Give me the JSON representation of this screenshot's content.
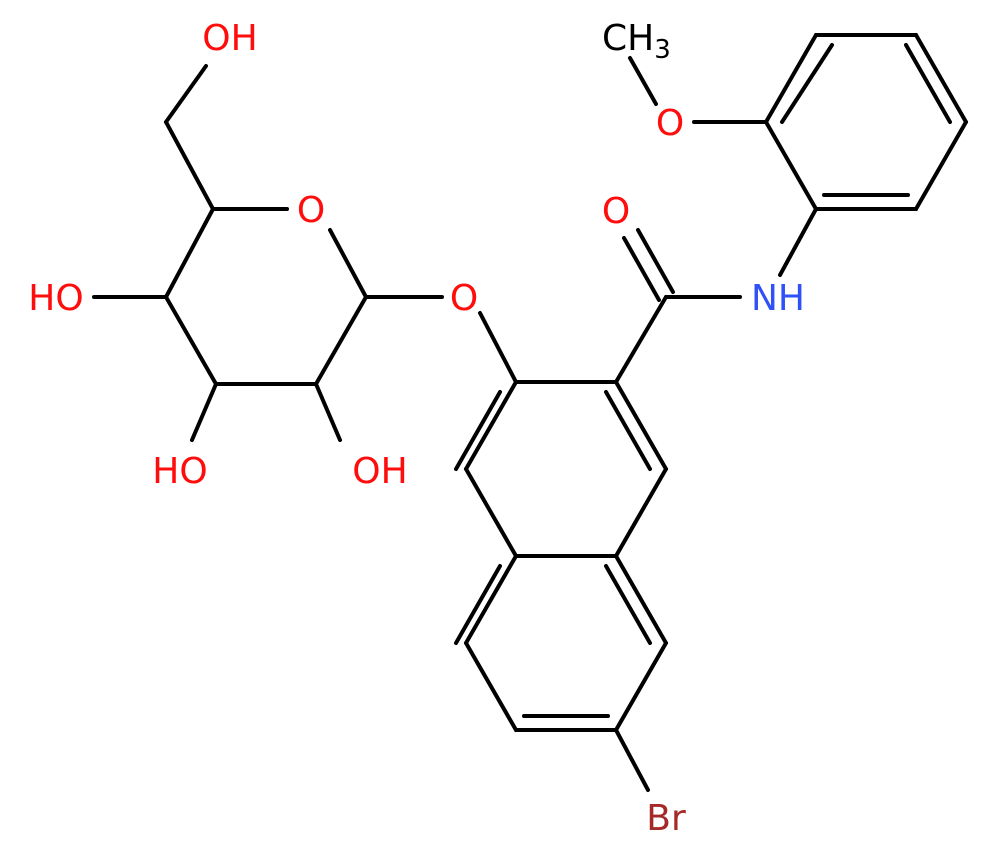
{
  "colors": {
    "bond": "#000000",
    "oxygen": "#ff0d0d",
    "nitrogen": "#3050f8",
    "bromine": "#a62929",
    "background": "#ffffff"
  },
  "atoms": {
    "oh_ch2": "OH",
    "o_ring": "O",
    "oh_c4": "HO",
    "o_glyco": "O",
    "oh_c3": "HO",
    "oh_c2": "OH",
    "o_carbonyl": "O",
    "nh": "NH",
    "o_methoxy": "O",
    "ch3": "CH",
    "ch3_sub": "3",
    "br": "Br"
  }
}
